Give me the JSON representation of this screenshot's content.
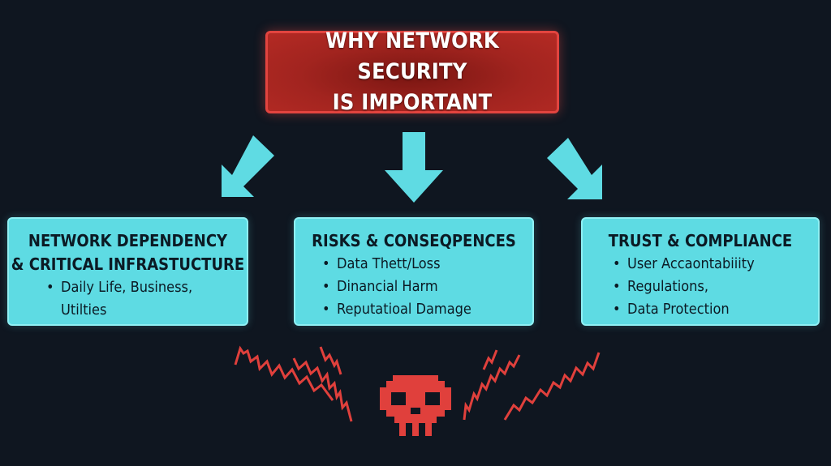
{
  "title": {
    "line1": "WHY NETWORK SECURITY",
    "line2": "IS IMPORTANT"
  },
  "cards": [
    {
      "title": "NETWORK DEPENDENCY\n& CRITICAL INFRASTUCTURE",
      "items": [
        "Daily Life, Business,",
        "Utilties"
      ]
    },
    {
      "title": "RISKS & CONSEQPENCES",
      "items": [
        "Data Thett/Loss",
        "Dinancial Harm",
        "Reputatioal Damage"
      ]
    },
    {
      "title": "TRUST & COMPLIANCE",
      "items": [
        "User Accaontabiiity",
        "Regulations,",
        "Data Protection"
      ]
    }
  ],
  "colors": {
    "background": "#0f1620",
    "title_border": "#e2443f",
    "card_fill": "#5edbe3",
    "arrow": "#5fdbe3",
    "danger": "#e0403c"
  },
  "icons": {
    "center": "skull-icon",
    "effects": "lightning-bolt-icon"
  }
}
